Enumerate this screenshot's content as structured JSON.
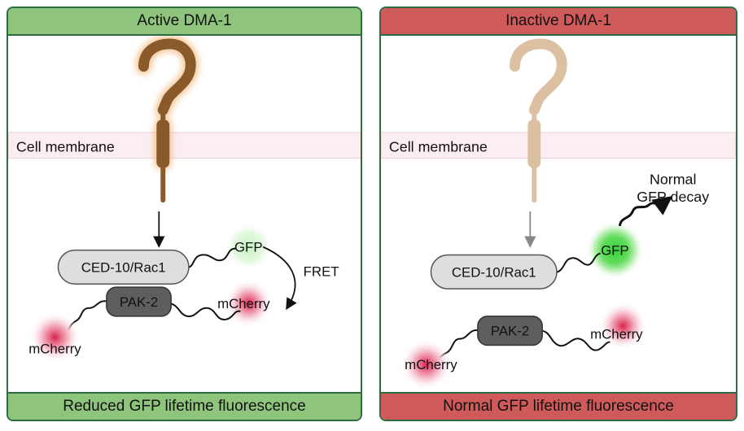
{
  "colors": {
    "active_bar": "#8fc47c",
    "inactive_bar": "#cf5a5a",
    "border": "#2f6b45",
    "receptor_active": "#8a5a2b",
    "receptor_inactive": "#dcc0a2",
    "membrane": "#fbeef2"
  },
  "left_panel": {
    "title": "Active DMA-1",
    "membrane_label": "Cell membrane",
    "ced10_label": "CED-10/Rac1",
    "pak2_label": "PAK-2",
    "gfp_label": "GFP",
    "fret_label": "FRET",
    "mcherry_near_label": "mCherry",
    "mcherry_far_label": "mCherry",
    "footer": "Reduced GFP lifetime fluorescence"
  },
  "right_panel": {
    "title": "Inactive DMA-1",
    "membrane_label": "Cell membrane",
    "ced10_label": "CED-10/Rac1",
    "pak2_label": "PAK-2",
    "gfp_label": "GFP",
    "decay_label_line1": "Normal",
    "decay_label_line2": "GFP decay",
    "mcherry_right_label": "mCherry",
    "mcherry_left_label": "mCherry",
    "footer": "Normal GFP lifetime fluorescence"
  }
}
